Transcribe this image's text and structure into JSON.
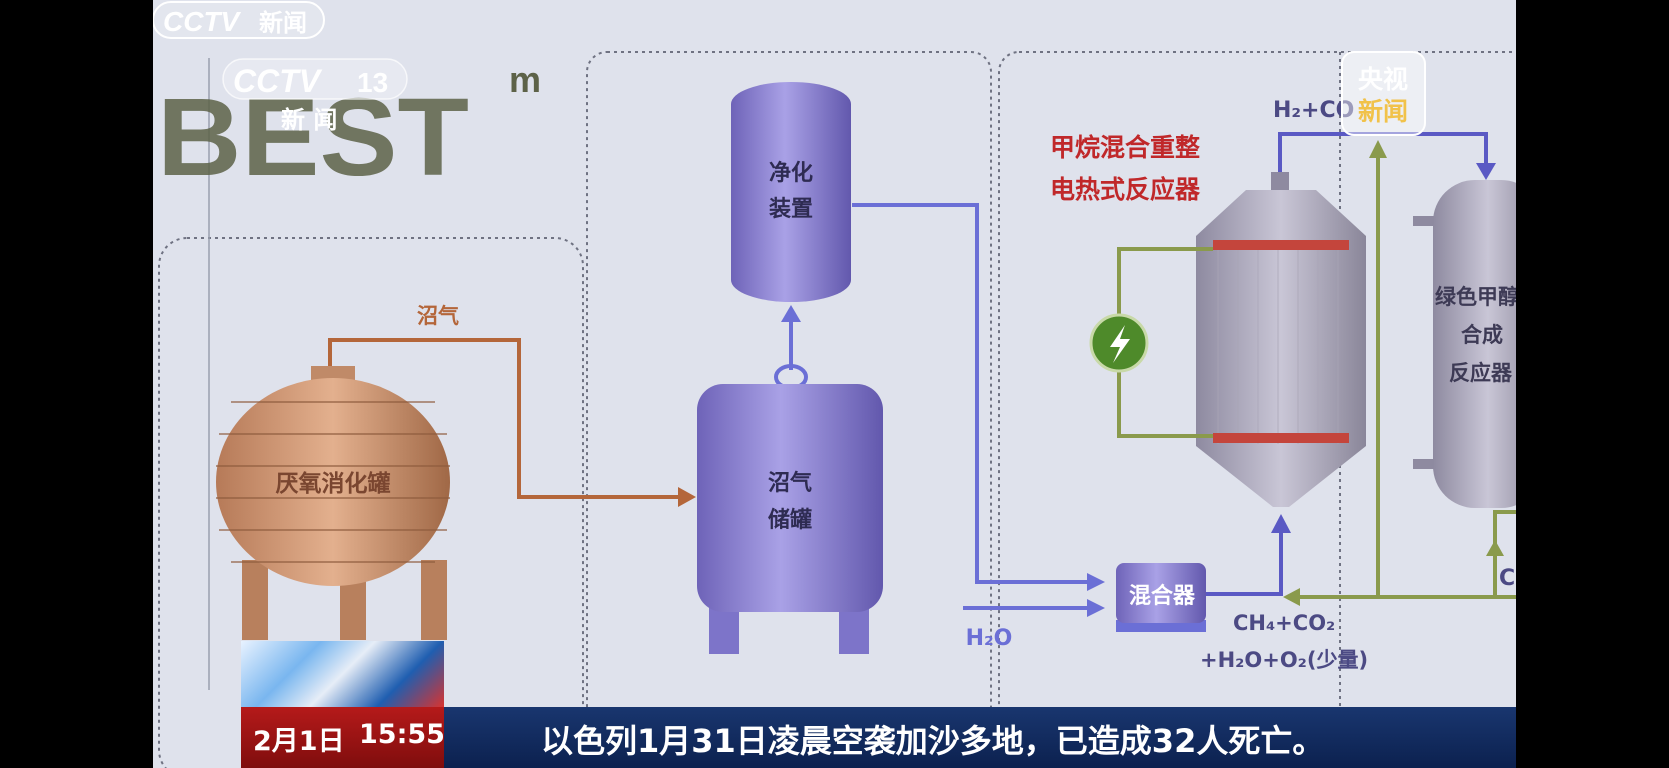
{
  "broadcast": {
    "channel_logo": "CCTV",
    "channel_number": "13",
    "channel_sub": "新 闻",
    "corner_badge_top": "央视",
    "corner_badge_bottom": "新闻",
    "ticker_date": "2月1日",
    "ticker_time": "15:55",
    "ticker_text": "以色列1月31日凌晨空袭加沙多地，已造成32人死亡。",
    "ticker_logo": "CCTV",
    "ticker_logo_sub": "新闻"
  },
  "diagram": {
    "brand_logo": "BEST",
    "brand_superscript": "m",
    "tank_anaerobic": "厌氧消化罐",
    "label_biogas": "沼气",
    "purifier_line1": "净化",
    "purifier_line2": "装置",
    "storage_line1": "沼气",
    "storage_line2": "储罐",
    "reactor_title_line1": "甲烷混合重整",
    "reactor_title_line2": "电热式反应器",
    "mixer": "混合器",
    "h2o_label": "H₂O",
    "mix_formula_line1": "CH₄+CO₂",
    "mix_formula_line2": "+H₂O+O₂(少量)",
    "syngas_label": "H₂+CO",
    "methanol_line1": "绿色甲醇",
    "methanol_line2": "合成",
    "methanol_line3": "反应器",
    "bottom_c_label": "C"
  },
  "colors": {
    "background": "#dfe2ec",
    "pipe_orange": "#b4663a",
    "pipe_blue": "#6b6fd6",
    "pipe_green": "#8a9a4c",
    "reactor_title_red": "#c0282a",
    "ticker_blue": "#12306a",
    "ticker_red": "#a01515"
  },
  "icons": {
    "power": "lightning-icon"
  }
}
